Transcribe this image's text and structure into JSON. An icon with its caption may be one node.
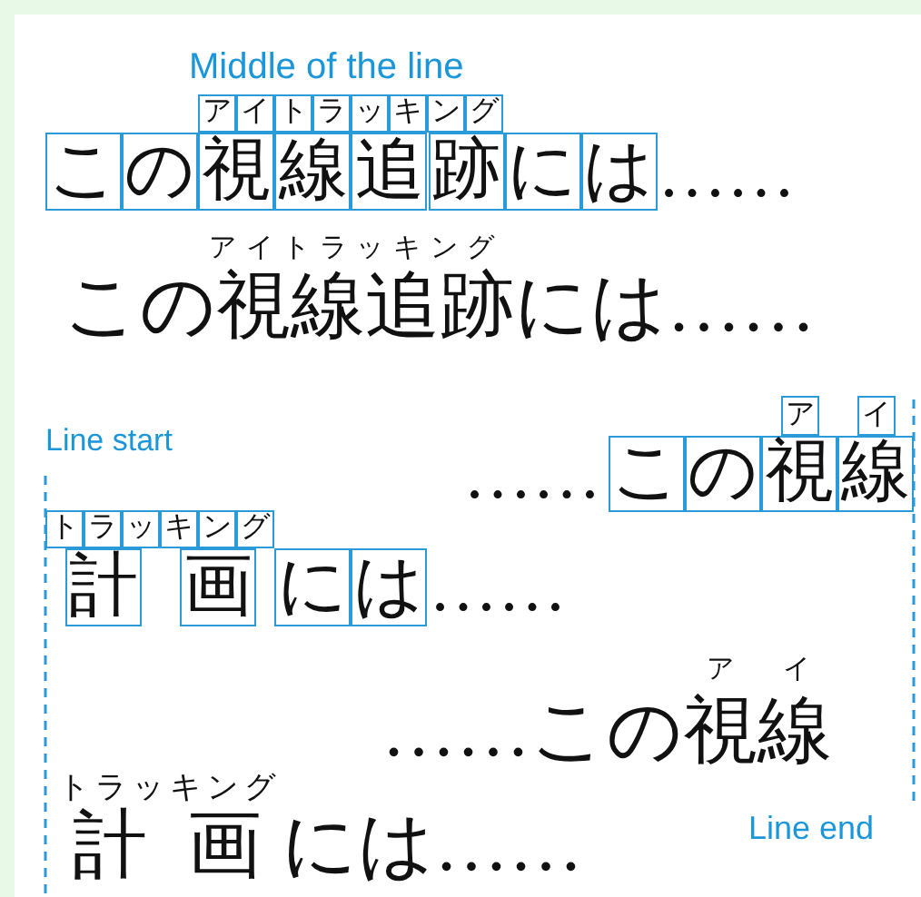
{
  "diagram": {
    "nodes": [
      {
        "text": [
          "ア"
        ]
      },
      {
        "text": [
          "イ"
        ]
      },
      {
        "text": [
          "ト"
        ]
      },
      {
        "text": [
          "ラ"
        ]
      },
      {
        "text": [
          "ッ"
        ]
      },
      {
        "text": [
          "キ"
        ]
      },
      {
        "text": [
          "ン"
        ]
      },
      {
        "text": [
          "グ"
        ]
      },
      {
        "text": [
          "こ"
        ]
      },
      {
        "text": [
          "の"
        ]
      },
      {
        "text": [
          "視"
        ]
      },
      {
        "text": [
          "線"
        ]
      },
      {
        "text": [
          "追"
        ]
      },
      {
        "text": [
          "跡"
        ]
      },
      {
        "text": [
          "に"
        ]
      },
      {
        "text": [
          "は"
        ]
      },
      {
        "text": [
          "ア"
        ]
      },
      {
        "text": [
          "イ"
        ]
      },
      {
        "text": [
          "こ"
        ]
      },
      {
        "text": [
          "の"
        ]
      },
      {
        "text": [
          "視"
        ]
      },
      {
        "text": [
          "線"
        ]
      },
      {
        "text": [
          "ト"
        ]
      },
      {
        "text": [
          "ラ"
        ]
      },
      {
        "text": [
          "ッ"
        ]
      },
      {
        "text": [
          "キ"
        ]
      },
      {
        "text": [
          "ン"
        ]
      },
      {
        "text": [
          "グ"
        ]
      },
      {
        "text": [
          "計"
        ]
      },
      {
        "text": [
          "画"
        ]
      },
      {
        "text": [
          "に"
        ]
      },
      {
        "text": [
          "は"
        ]
      }
    ],
    "labels": [
      "Middle of the line",
      "……",
      "アイトラッキング",
      "この視線追跡には……",
      "Line start",
      "……",
      "……",
      "ア",
      "イ",
      "……この視線",
      "トラッキング",
      "計",
      "画",
      "には……",
      "Line end"
    ]
  }
}
